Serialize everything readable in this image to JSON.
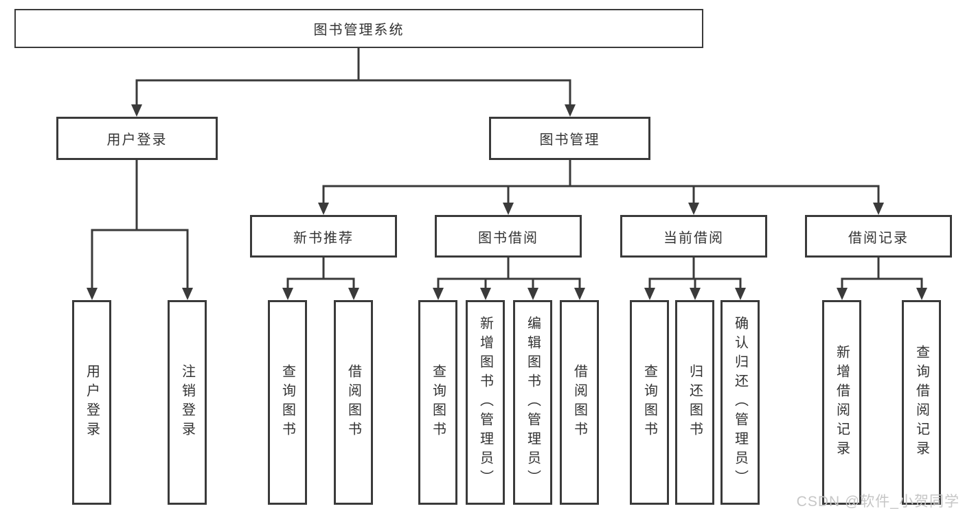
{
  "diagram": {
    "title": "图书管理系统",
    "root": {
      "label": "图书管理系统"
    },
    "level2": [
      {
        "label": "用户登录"
      },
      {
        "label": "图书管理"
      }
    ],
    "level3": [
      {
        "label": "新书推荐"
      },
      {
        "label": "图书借阅"
      },
      {
        "label": "当前借阅"
      },
      {
        "label": "借阅记录"
      }
    ],
    "leaves": {
      "user_login": [
        {
          "label": "用户登录"
        },
        {
          "label": "注销登录"
        }
      ],
      "new_book_rec": [
        {
          "label": "查询图书"
        },
        {
          "label": "借阅图书"
        }
      ],
      "book_borrow": [
        {
          "label": "查询图书"
        },
        {
          "label": "新增图书（管理员）"
        },
        {
          "label": "编辑图书（管理员）"
        },
        {
          "label": "借阅图书"
        }
      ],
      "current_borrow": [
        {
          "label": "查询图书"
        },
        {
          "label": "归还图书"
        },
        {
          "label": "确认归还（管理员）"
        }
      ],
      "borrow_record": [
        {
          "label": "新增借阅记录"
        },
        {
          "label": "查询借阅记录"
        }
      ]
    }
  },
  "watermark": {
    "text": "CSDN @软件_小贺同学"
  },
  "colors": {
    "line": "#3a3a3a",
    "box_border": "#3a3a3a",
    "box_fill": "#ffffff",
    "text": "#333333",
    "watermark": "#c6c6c6"
  }
}
